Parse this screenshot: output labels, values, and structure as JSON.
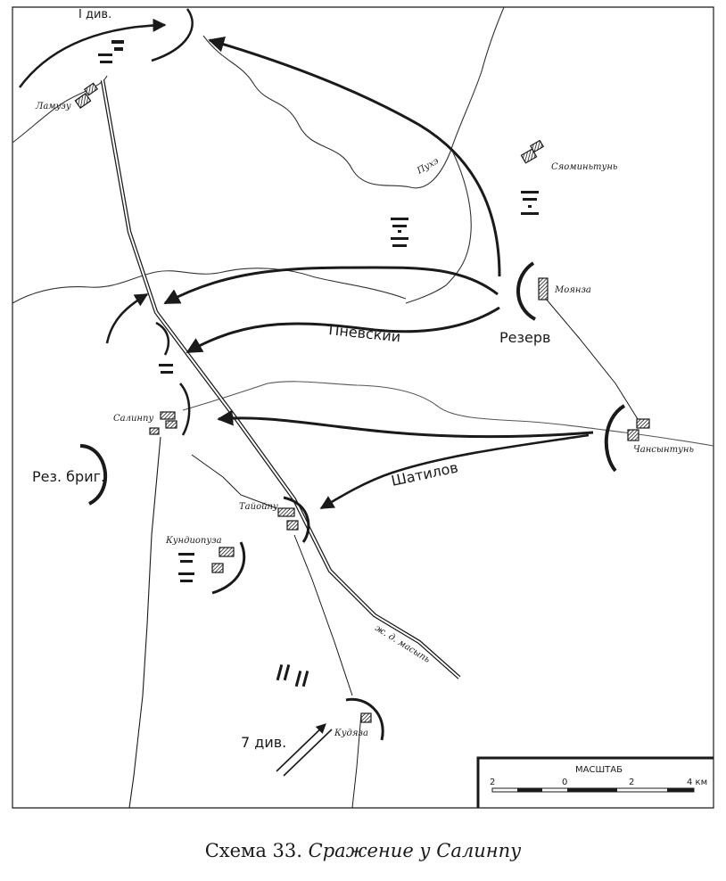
{
  "map": {
    "units": {
      "div1": "I див.",
      "div7": "7 див.",
      "reserve": "Резерв",
      "pnevsky": "Пневский",
      "shatilov": "Шатилов",
      "res_brig": "Рез. бриг."
    },
    "villages": {
      "lamuzu": "Ламузу",
      "syaominyntun": "Сяоминьтунь",
      "mayanza": "Моянза",
      "salinpu": "Салинпу",
      "chansyntun": "Чансынтунь",
      "tayoypu": "Тайойпу",
      "kundiopuza": "Кундиопуза",
      "kudyaza": "Кудяза"
    },
    "rivers": {
      "pukhe": "Пухэ"
    },
    "railway": {
      "label": "ж. д. масыпь"
    },
    "scale": {
      "title": "МАСШТАБ",
      "ticks": [
        "2",
        "0",
        "2",
        "4 км"
      ]
    }
  },
  "caption": {
    "prefix": "Схема 33.",
    "title": "Сражение у Салинпу"
  },
  "colors": {
    "ink": "#1a1a1a",
    "paper": "#ffffff"
  }
}
